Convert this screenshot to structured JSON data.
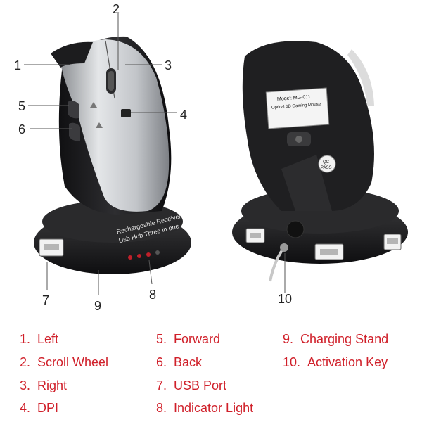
{
  "callouts": {
    "c1": "1",
    "c2": "2",
    "c3": "3",
    "c4": "4",
    "c5": "5",
    "c6": "6",
    "c7": "7",
    "c8": "8",
    "c9": "9",
    "c10": "10"
  },
  "legend": [
    {
      "num": "1.",
      "label": "Left"
    },
    {
      "num": "2.",
      "label": "Scroll Wheel"
    },
    {
      "num": "3.",
      "label": "Right"
    },
    {
      "num": "4.",
      "label": "DPI"
    },
    {
      "num": "5.",
      "label": "Forward"
    },
    {
      "num": "6.",
      "label": "Back"
    },
    {
      "num": "7.",
      "label": "USB Port"
    },
    {
      "num": "8.",
      "label": "Indicator Light"
    },
    {
      "num": "9.",
      "label": "Charging Stand"
    },
    {
      "num": "10.",
      "label": "Activation Key"
    }
  ],
  "product_text": {
    "base_line1": "Rechargeable Receiver",
    "base_line2": "Usb Hub Three in one",
    "model": "Model: MG-011",
    "product_name": "Optical 6D Gaming Mouse",
    "qc_1": "QC",
    "qc_2": "PASS"
  },
  "colors": {
    "legend_text": "#d0202a",
    "mouse_black": "#1a1a1a",
    "mouse_silver": "#c9cbce",
    "led_red": "#c0202a"
  }
}
